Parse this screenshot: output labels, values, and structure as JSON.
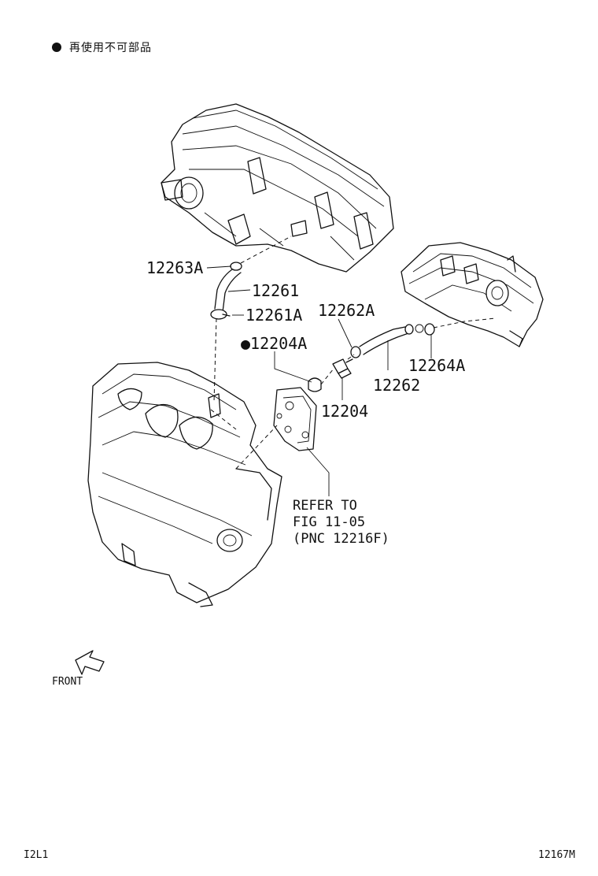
{
  "legend": {
    "symbol": "●",
    "text": "再使用不可部品"
  },
  "callouts": {
    "p12263A": "12263A",
    "p12261": "12261",
    "p12261A": "12261A",
    "p12262A": "12262A",
    "p12204A": "●12204A",
    "p12264A": "12264A",
    "p12262": "12262",
    "p12204": "12204"
  },
  "refer": {
    "line1": "REFER TO",
    "line2": "FIG 11-05",
    "line3": "(PNC 12216F)"
  },
  "front": {
    "label": "FRONT",
    "icon": "front-arrow-icon"
  },
  "footer": {
    "left_code": "I2L1",
    "right_code": "12167M"
  }
}
